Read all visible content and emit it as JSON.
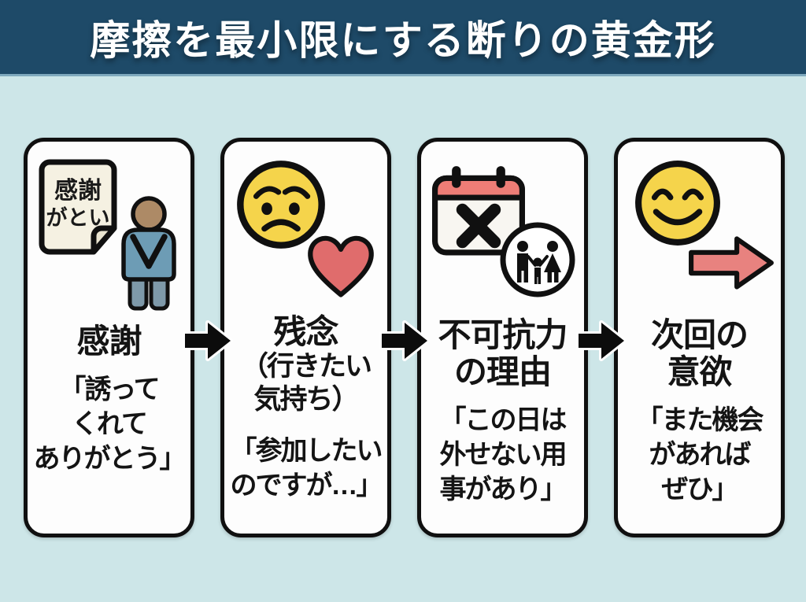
{
  "title": "摩擦を最小限にする断りの黄金形",
  "steps": [
    {
      "id": "gratitude",
      "heading_lines": [
        "感謝"
      ],
      "quote_lines": [
        "「誘って",
        "くれて",
        "ありがとう」"
      ],
      "note_lines": [
        "感謝",
        "がとい"
      ],
      "icons": [
        "thank-you-note-icon",
        "bowing-person-icon"
      ]
    },
    {
      "id": "regret",
      "heading_lines": [
        "残念"
      ],
      "sub_lines": [
        "（行きたい",
        "気持ち）"
      ],
      "quote_lines": [
        "「参加したい",
        "のですが…」"
      ],
      "icons": [
        "worried-face-icon",
        "heart-icon"
      ]
    },
    {
      "id": "force-majeure",
      "heading_lines": [
        "不可抗力",
        "の理由"
      ],
      "quote_lines": [
        "「この日は",
        "外せない用",
        "事があり」"
      ],
      "icons": [
        "calendar-x-icon",
        "family-icon"
      ]
    },
    {
      "id": "next-time",
      "heading_lines": [
        "次回の",
        "意欲"
      ],
      "quote_lines": [
        "「また機会",
        "があれば",
        "ぜひ」"
      ],
      "icons": [
        "smiling-face-icon",
        "forward-arrow-icon"
      ]
    }
  ],
  "colors": {
    "header_bg": "#1e4a68",
    "page_bg": "#cde6e8",
    "card_bg": "#fdfdfd",
    "outline": "#101010",
    "accent_red": "#e06c6c",
    "calendar_red": "#ee7d76",
    "face_yellow": "#f5d44b",
    "person_blue": "#6d9cb5",
    "person_skin": "#ad8a66",
    "note_bg": "#f5f1e2"
  }
}
